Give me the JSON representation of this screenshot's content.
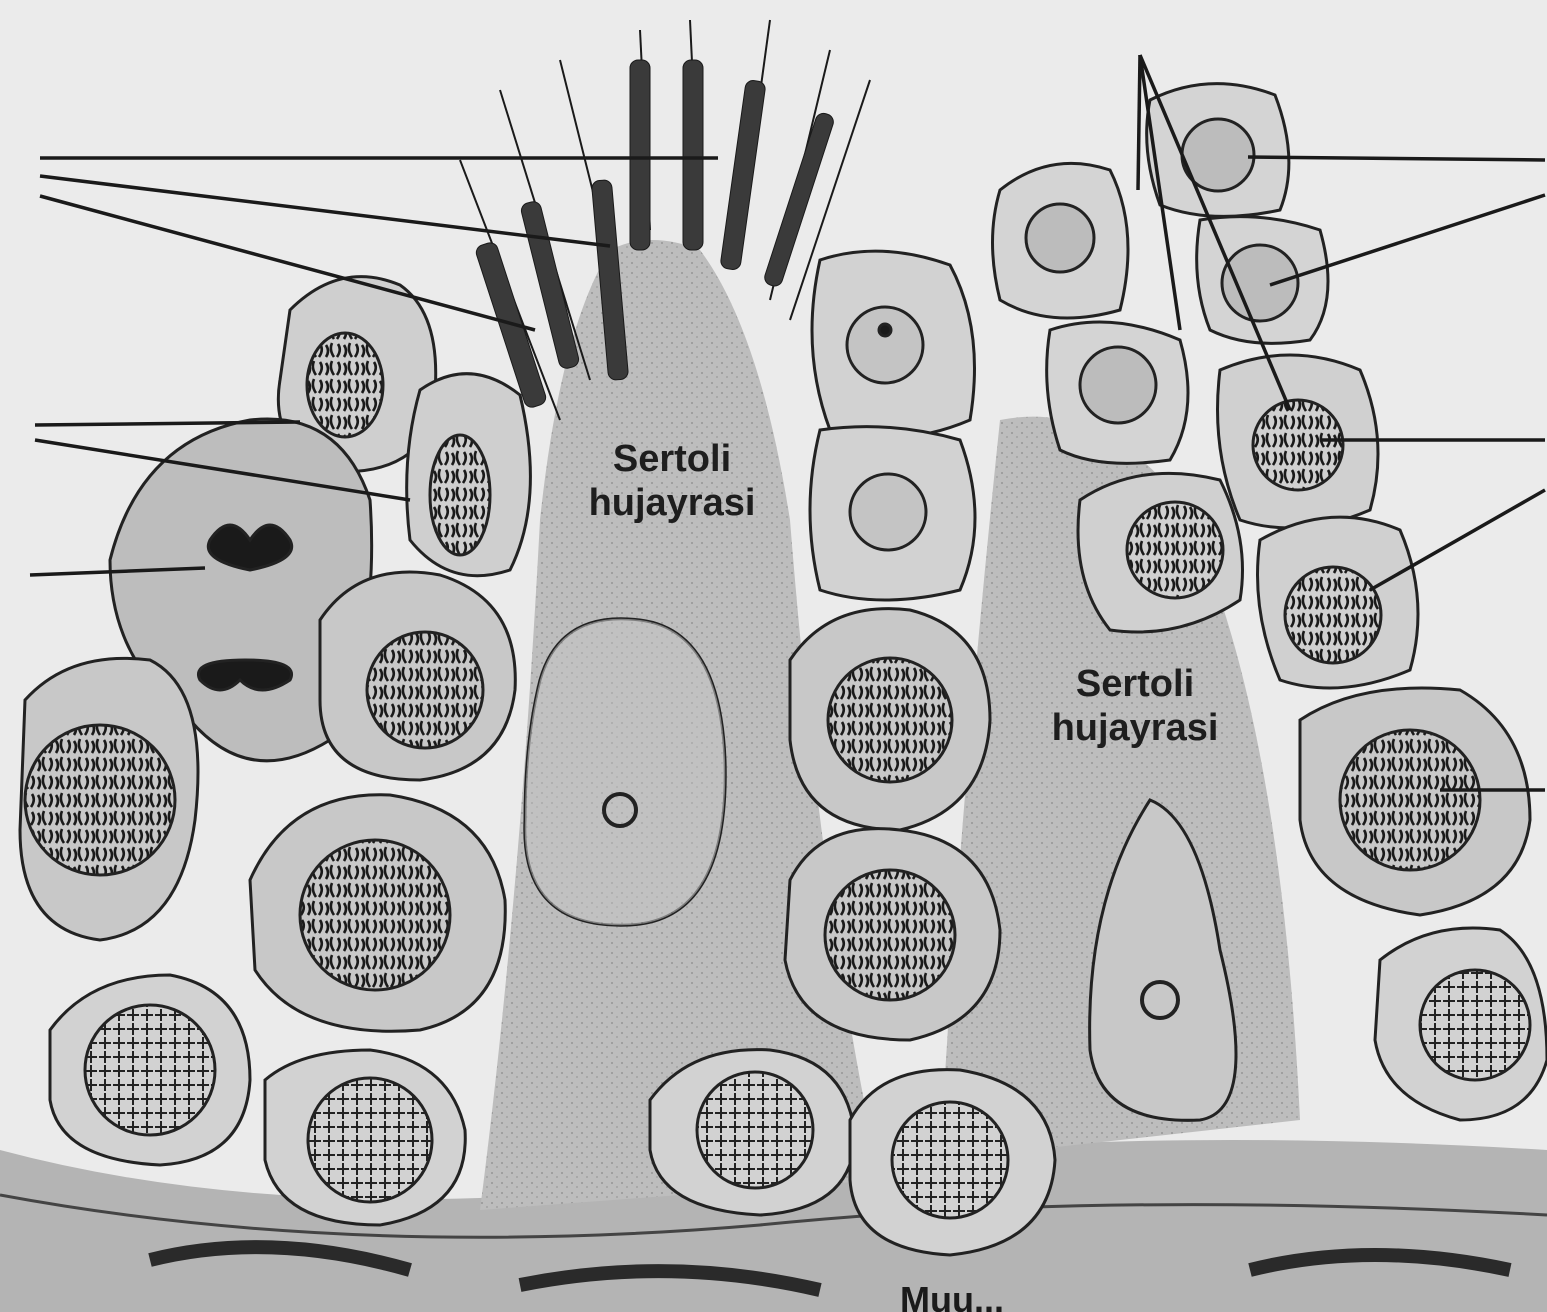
{
  "labels": {
    "sertoli_left_line1": "Sertoli",
    "sertoli_left_line2": "hujayrasi",
    "sertoli_right_line1": "Sertoli",
    "sertoli_right_line2": "hujayrasi",
    "bottom_cutoff": "Muu..."
  },
  "colors": {
    "background": "#ebebeb",
    "sertoli_cytoplasm": "#bdbdbd",
    "cell_fill": "#cfcfcf",
    "nucleus_fill": "#b8b8b8",
    "ink": "#1a1a1a"
  },
  "icons": [
    "spermatozoa-cluster",
    "chromatin-pattern",
    "mitotic-figure",
    "leader-line"
  ]
}
